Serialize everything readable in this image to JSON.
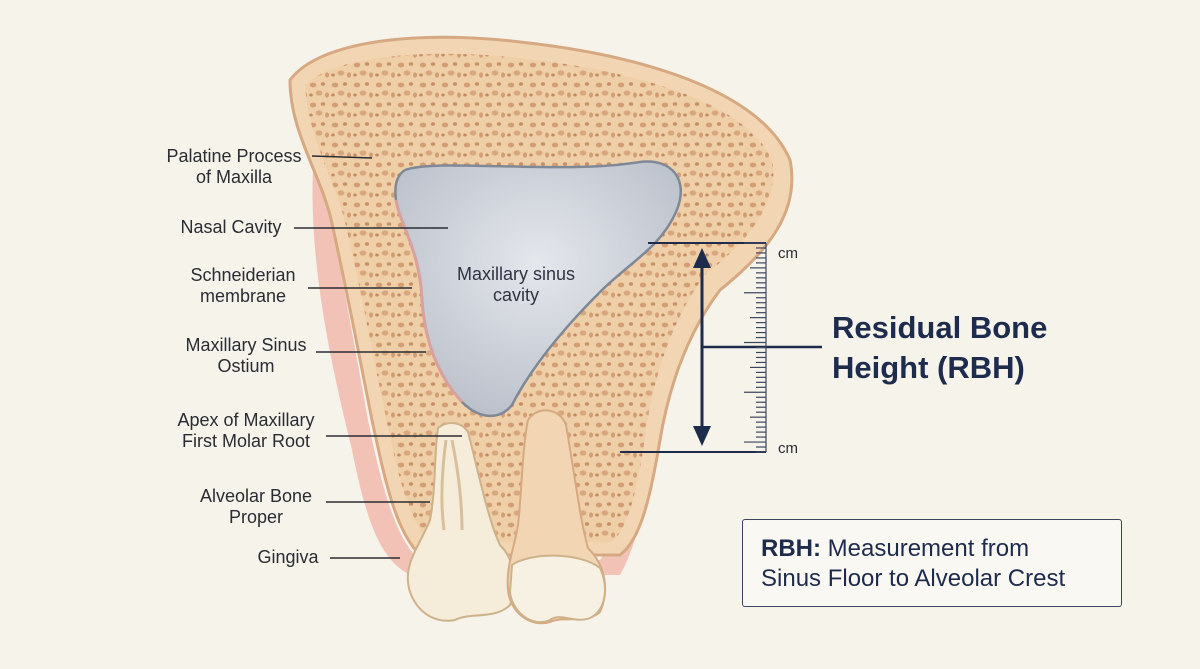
{
  "labels": {
    "palatine_1": "Palatine Process",
    "palatine_2": "of Maxilla",
    "nasal": "Nasal Cavity",
    "schneiderian_1": "Schneiderian",
    "schneiderian_2": "membrane",
    "ostium_1": "Maxillary Sinus",
    "ostium_2": "Ostium",
    "apex_1": "Apex of Maxillary",
    "apex_2": "First Molar Root",
    "alveolar_1": "Alveolar Bone",
    "alveolar_2": "Proper",
    "gingiva": "Gingiva",
    "sinus_cavity_1": "Maxillary sinus",
    "sinus_cavity_2": "cavity"
  },
  "measurement": {
    "unit_top": "cm",
    "unit_bottom": "cm",
    "title_line1": "Residual Bone",
    "title_line2": "Height (RBH)"
  },
  "callout": {
    "abbr": "RBH:",
    "text_line1": "Measurement from",
    "text_line2": "Sinus Floor to Alveolar Crest"
  },
  "colors": {
    "bone": "#f2d6b4",
    "bone_outline": "#d7a982",
    "sinus": "#c9ced6",
    "gingiva": "#f2b2a8",
    "tooth": "#f7f1e4",
    "accent": "#1d2b4d"
  }
}
